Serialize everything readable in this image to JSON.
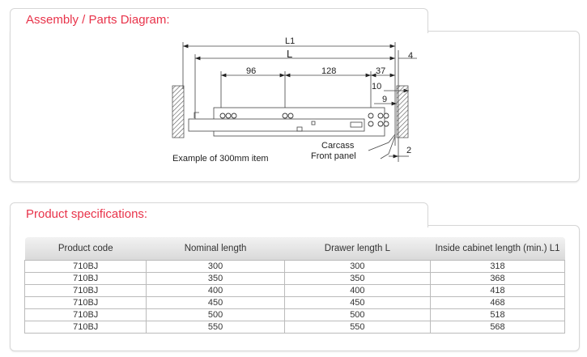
{
  "assembly": {
    "title": "Assembly / Parts Diagram:",
    "diagram": {
      "l1_label": "L1",
      "l_label": "L",
      "dim_96": "96",
      "dim_128": "128",
      "dim_37": "37",
      "dim_4": "4",
      "dim_10": "10",
      "dim_9": "9",
      "dim_2": "2",
      "carcass_label": "Carcass",
      "front_panel_label": "Front panel",
      "caption": "Example of 300mm item"
    }
  },
  "specs": {
    "title": "Product specifications:",
    "headers": [
      "Product code",
      "Nominal length",
      "Drawer length L",
      "Inside cabinet length (min.) L1"
    ],
    "rows": [
      [
        "710BJ",
        "300",
        "300",
        "318"
      ],
      [
        "710BJ",
        "350",
        "350",
        "368"
      ],
      [
        "710BJ",
        "400",
        "400",
        "418"
      ],
      [
        "710BJ",
        "450",
        "450",
        "468"
      ],
      [
        "710BJ",
        "500",
        "500",
        "518"
      ],
      [
        "710BJ",
        "550",
        "550",
        "568"
      ]
    ]
  }
}
